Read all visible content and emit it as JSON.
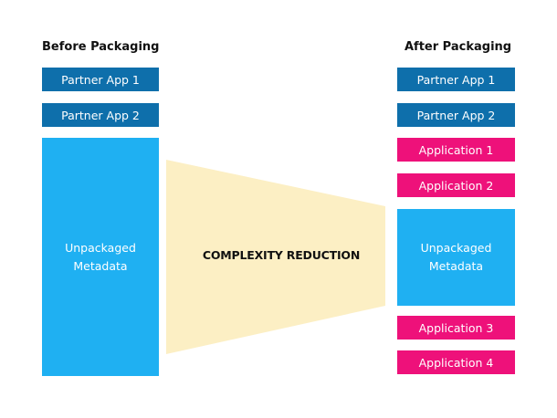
{
  "before": {
    "heading": "Before Packaging",
    "items": [
      {
        "label": "Partner App 1"
      },
      {
        "label": "Partner App 2"
      }
    ],
    "metadata": {
      "line1": "Unpackaged",
      "line2": "Metadata"
    }
  },
  "middle": {
    "label": "COMPLEXITY REDUCTION"
  },
  "after": {
    "heading": "After Packaging",
    "partners": [
      {
        "label": "Partner App 1"
      },
      {
        "label": "Partner App 2"
      }
    ],
    "applications_top": [
      {
        "label": "Application 1"
      },
      {
        "label": "Application 2"
      }
    ],
    "metadata": {
      "line1": "Unpackaged",
      "line2": "Metadata"
    },
    "applications_bottom": [
      {
        "label": "Application 3"
      },
      {
        "label": "Application 4"
      }
    ]
  },
  "colors": {
    "partner_blue": "#0e6fab",
    "application_pink": "#ee117a",
    "metadata_cyan": "#1fb0f2",
    "funnel_fill": "#fcefc4"
  }
}
